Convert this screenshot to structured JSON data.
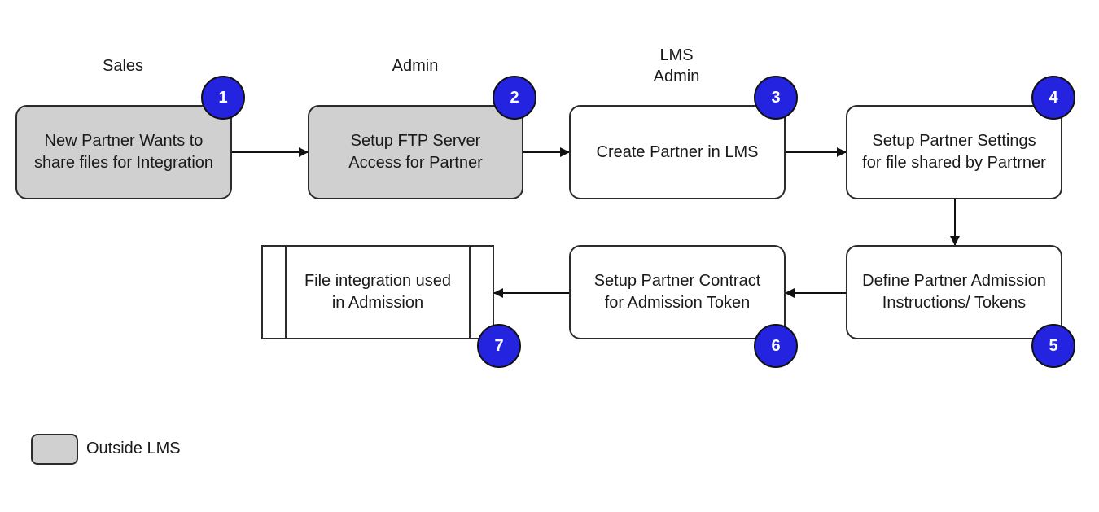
{
  "lanes": {
    "sales": "Sales",
    "admin": "Admin",
    "lms_admin": "LMS\nAdmin"
  },
  "steps": [
    {
      "number": "1",
      "label": "New Partner Wants to\nshare files for Integration",
      "outside_lms": true
    },
    {
      "number": "2",
      "label": "Setup FTP Server\nAccess for Partner",
      "outside_lms": true
    },
    {
      "number": "3",
      "label": "Create Partner in LMS",
      "outside_lms": false
    },
    {
      "number": "4",
      "label": "Setup Partner Settings\nfor file shared by Partrner",
      "outside_lms": false
    },
    {
      "number": "5",
      "label": "Define Partner Admission\nInstructions/ Tokens",
      "outside_lms": false
    },
    {
      "number": "6",
      "label": "Setup Partner Contract\nfor Admission Token",
      "outside_lms": false
    },
    {
      "number": "7",
      "label": "File integration used\nin Admission",
      "outside_lms": false
    }
  ],
  "flow": [
    {
      "from": "1",
      "to": "2"
    },
    {
      "from": "2",
      "to": "3"
    },
    {
      "from": "3",
      "to": "4"
    },
    {
      "from": "4",
      "to": "5"
    },
    {
      "from": "5",
      "to": "6"
    },
    {
      "from": "6",
      "to": "7"
    }
  ],
  "legend": {
    "label": "Outside LMS"
  },
  "colors": {
    "badge": "#2323e0",
    "outside_fill": "#d0d0d0",
    "stroke": "#2b2b2b"
  }
}
